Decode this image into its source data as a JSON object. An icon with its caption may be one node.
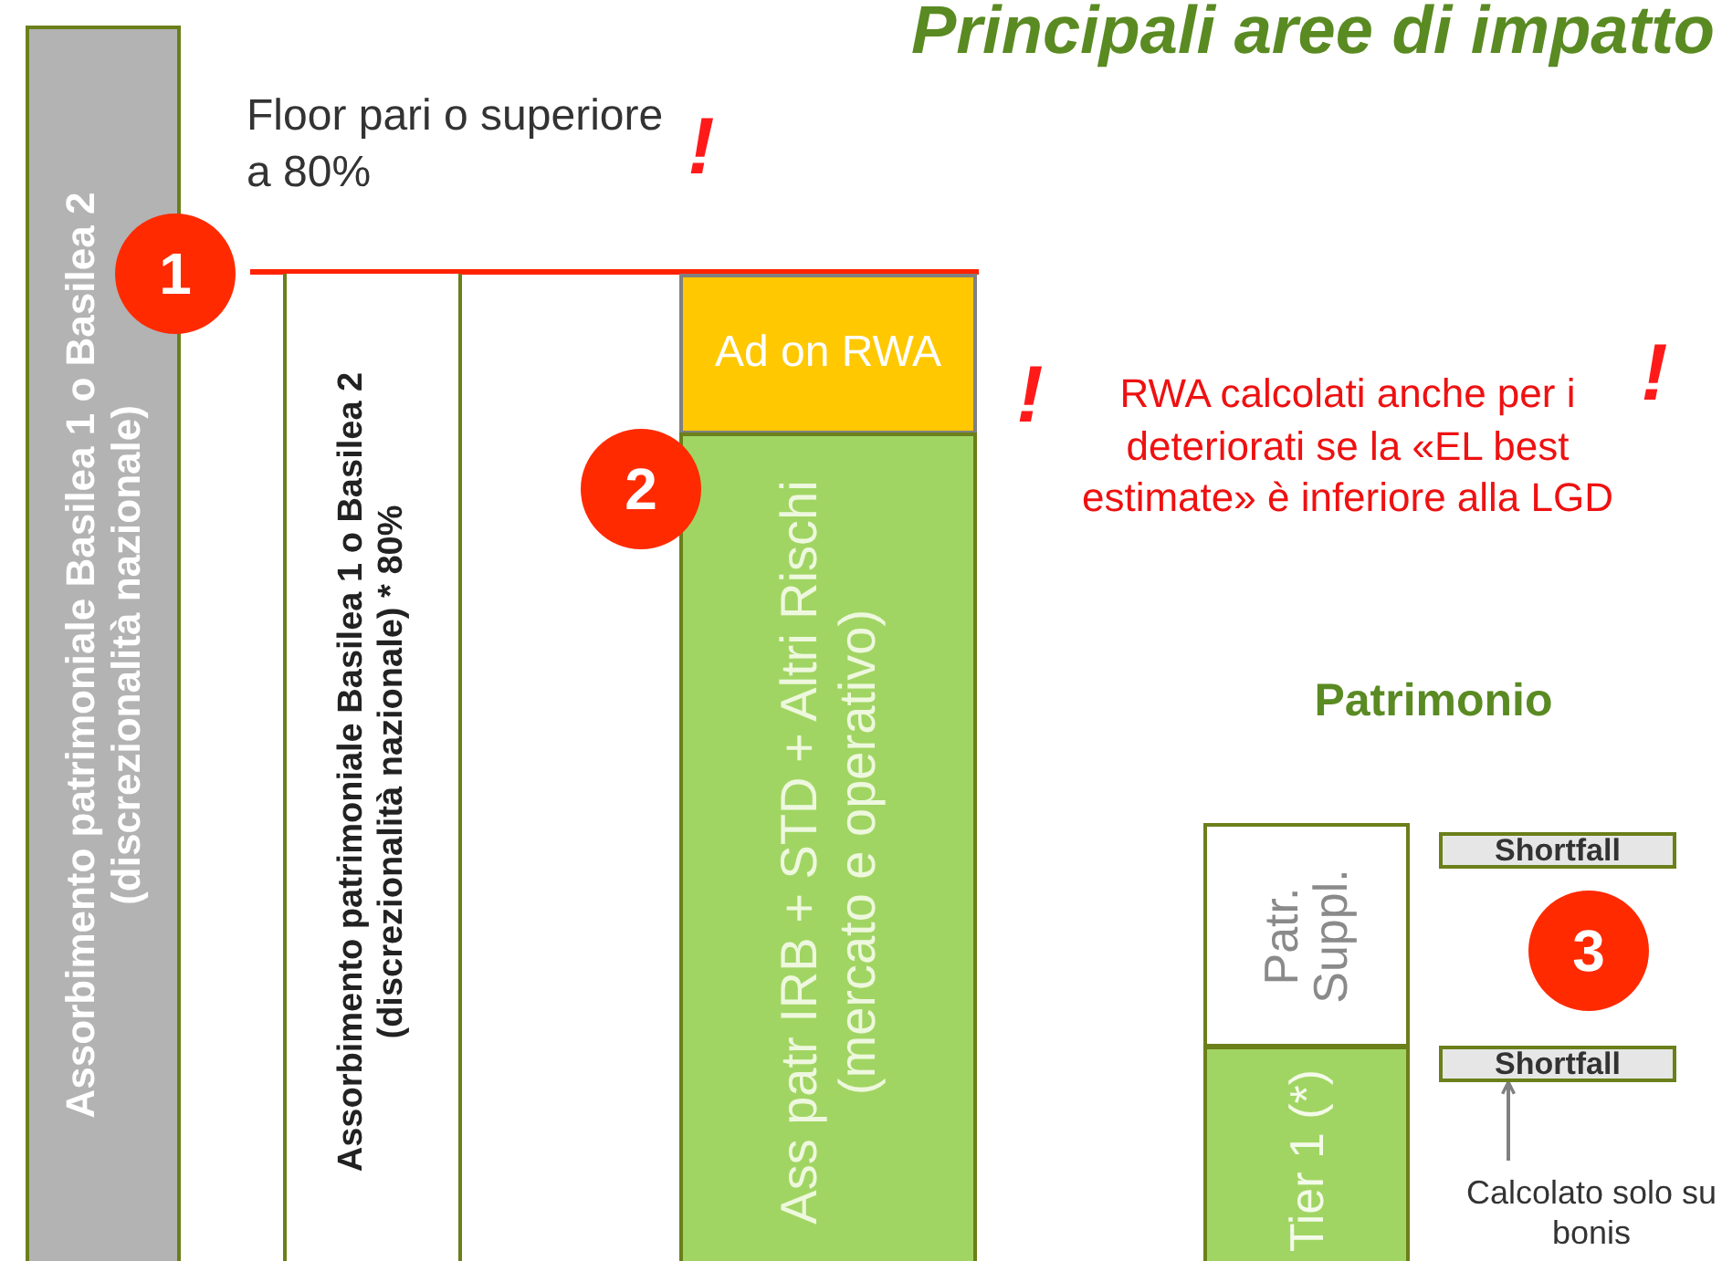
{
  "diagram": {
    "title": "Principali aree di impatto",
    "nodes": [
      {
        "text": [
          "Assorbimento patrimoniale Basilea 1 o Basilea 2 (discrezionalità nazionale)"
        ]
      },
      {
        "text": [
          "Assorbimento patrimoniale Basilea 1 o Basilea 2 (discrezionalità nazionale) * 80%"
        ]
      },
      {
        "text": [
          "Ad on RWA"
        ]
      },
      {
        "text": [
          "Ass patr IRB + STD + Altri Rischi (mercato e operativo)"
        ]
      },
      {
        "text": [
          "1"
        ]
      },
      {
        "text": [
          "2"
        ]
      },
      {
        "text": [
          "Patr. Suppl."
        ]
      },
      {
        "text": [
          "Tier 1 (*)"
        ]
      },
      {
        "text": [
          "Shortfall"
        ]
      },
      {
        "text": [
          "3"
        ]
      },
      {
        "text": [
          "Shortfall"
        ]
      },
      {
        "text": [
          "Calcolato solo su bonis"
        ]
      }
    ],
    "edges": [
      {
        "from": 11,
        "to": 10,
        "arrow": "to"
      }
    ],
    "labels": [
      "Floor pari o superiore a 80%",
      "!",
      "!",
      "RWA calcolati anche per i deteriorati se la «EL best estimate» è inferiore alla LGD",
      "!",
      "Patrimonio"
    ]
  }
}
